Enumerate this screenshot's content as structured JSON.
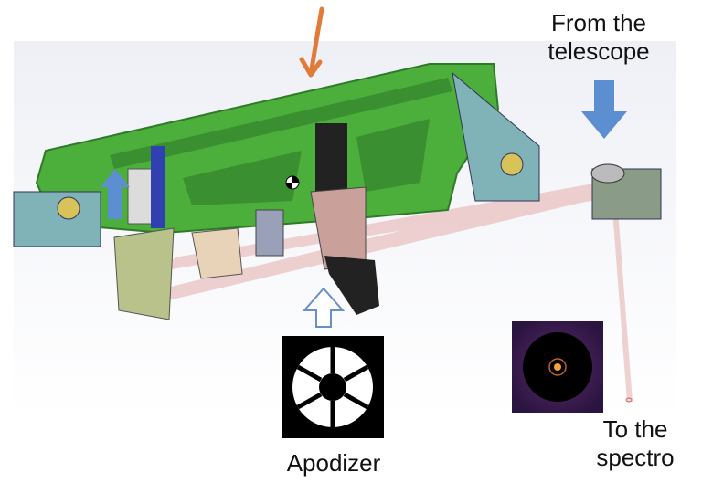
{
  "labels": {
    "from_telescope_line1": "From the",
    "from_telescope_line2": "telescope",
    "apodizer": "Apodizer",
    "to_spectro_line1": "To the",
    "to_spectro_line2": "spectro"
  },
  "colors": {
    "bench": "#4caf3c",
    "bench_dark": "#2f7a28",
    "beam": "#e8b4b4",
    "arrow_blue": "#5b8fd1",
    "arrow_orange": "#e07b39",
    "mount": "#7fb3b8",
    "apodizer_mount": "#c9a19a"
  }
}
